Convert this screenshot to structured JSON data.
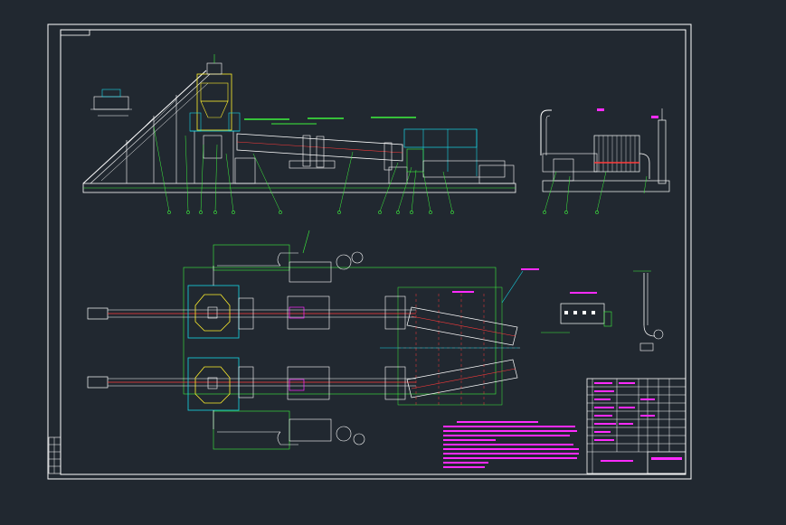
{
  "viewer": {
    "background": "#212830",
    "colors": {
      "white": "#ffffff",
      "cyan": "#17d6e6",
      "green": "#3df23d",
      "red": "#ff3b3b",
      "magenta": "#ff2bff",
      "yellow": "#ffef2b",
      "gray": "#b8bcc0"
    }
  },
  "drawing": {
    "sheet": "drawing-sheet",
    "elevation_view": "side-elevation",
    "section_view": "dryer-section",
    "plan_view": "plan-view",
    "detail_a": "detail-a",
    "detail_b": "detail-b",
    "notes": "technical-notes",
    "title_block": "title-block",
    "revision_block": "revision-block"
  }
}
